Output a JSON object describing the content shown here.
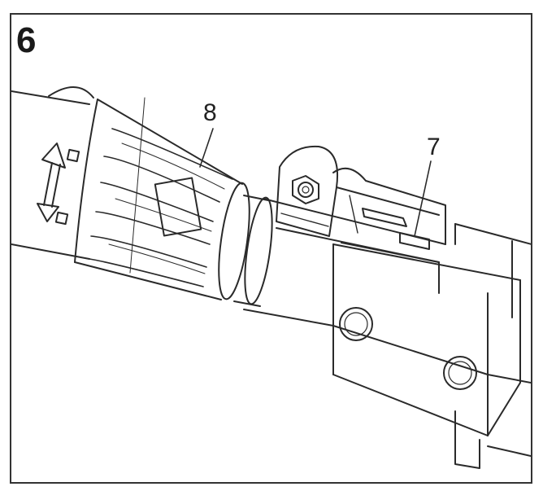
{
  "figure": {
    "step_number": "6",
    "callouts": [
      {
        "label": "8",
        "target": "locking-collar"
      },
      {
        "label": "7",
        "target": "release-lever"
      }
    ],
    "colors": {
      "line": "#2a2a2a",
      "frame": "#333333",
      "background": "#ffffff"
    },
    "icons": [
      "rotate-arrow-icon"
    ]
  }
}
